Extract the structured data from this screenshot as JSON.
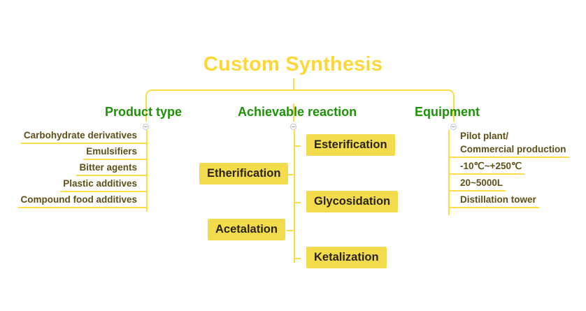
{
  "diagram": {
    "type": "mind-map",
    "title": "Custom Synthesis",
    "colors": {
      "title": "#FBD838",
      "branch_line": "#FBDD4A",
      "header_green": "#1E9107",
      "chip_fill": "#F2DC4E",
      "chip_text": "#2B2414",
      "leaf_text": "#5E4F16"
    },
    "branches": [
      {
        "header": "Product type",
        "items": [
          {
            "label": "Carbohydrate derivatives"
          },
          {
            "label": "Emulsifiers"
          },
          {
            "label": "Bitter agents"
          },
          {
            "label": "Plastic additives"
          },
          {
            "label": "Compound food additives"
          }
        ]
      },
      {
        "header": "Achievable reaction",
        "items": [
          {
            "label": "Esterification",
            "side": "right"
          },
          {
            "label": "Etherification",
            "side": "left"
          },
          {
            "label": "Glycosidation",
            "side": "right"
          },
          {
            "label": "Acetalation",
            "side": "left"
          },
          {
            "label": "Ketalization",
            "side": "right"
          }
        ]
      },
      {
        "header": "Equipment",
        "items": [
          {
            "label": "Pilot plant/",
            "label2": "Commercial production"
          },
          {
            "label": "-10℃~+250℃"
          },
          {
            "label": "20~5000L"
          },
          {
            "label": "Distillation tower"
          }
        ]
      }
    ],
    "nodes": {
      "collapse_icon": "minus-circle-icon"
    }
  }
}
